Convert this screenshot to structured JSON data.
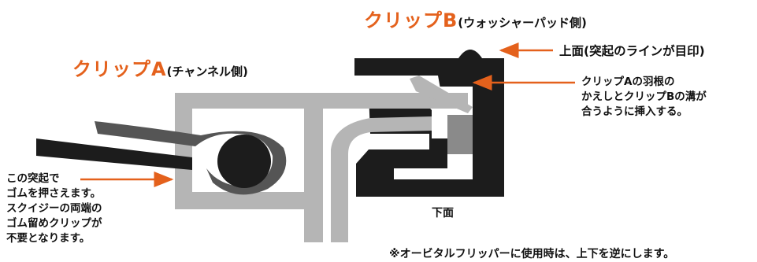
{
  "labels": {
    "clip_b_title": "クリップB",
    "clip_b_sub": "(ウォッシャーパッド側)",
    "clip_a_title": "クリップA",
    "clip_a_sub": "(チャンネル側)",
    "top_face": "上面(突起のラインが目印)",
    "bottom_face": "下面"
  },
  "notes": {
    "fit_lines": [
      "クリップAの羽根の",
      "かえしとクリップBの溝が",
      "合うように挿入する。"
    ],
    "bump_lines": [
      "この突起で",
      "ゴムを押さえます。",
      "スクイジーの両端の",
      "ゴム留めクリップが",
      "不要となります。"
    ]
  },
  "footer_note": "※オービタルフリッパーに使用時は、上下を逆にします。",
  "colors": {
    "accent": "#e4611c",
    "clip_a_gray": "#b5b5b5",
    "clip_b_black": "#1c1c1c",
    "rubber_dark": "#555555",
    "dark_gray": "#8a8a8a"
  }
}
